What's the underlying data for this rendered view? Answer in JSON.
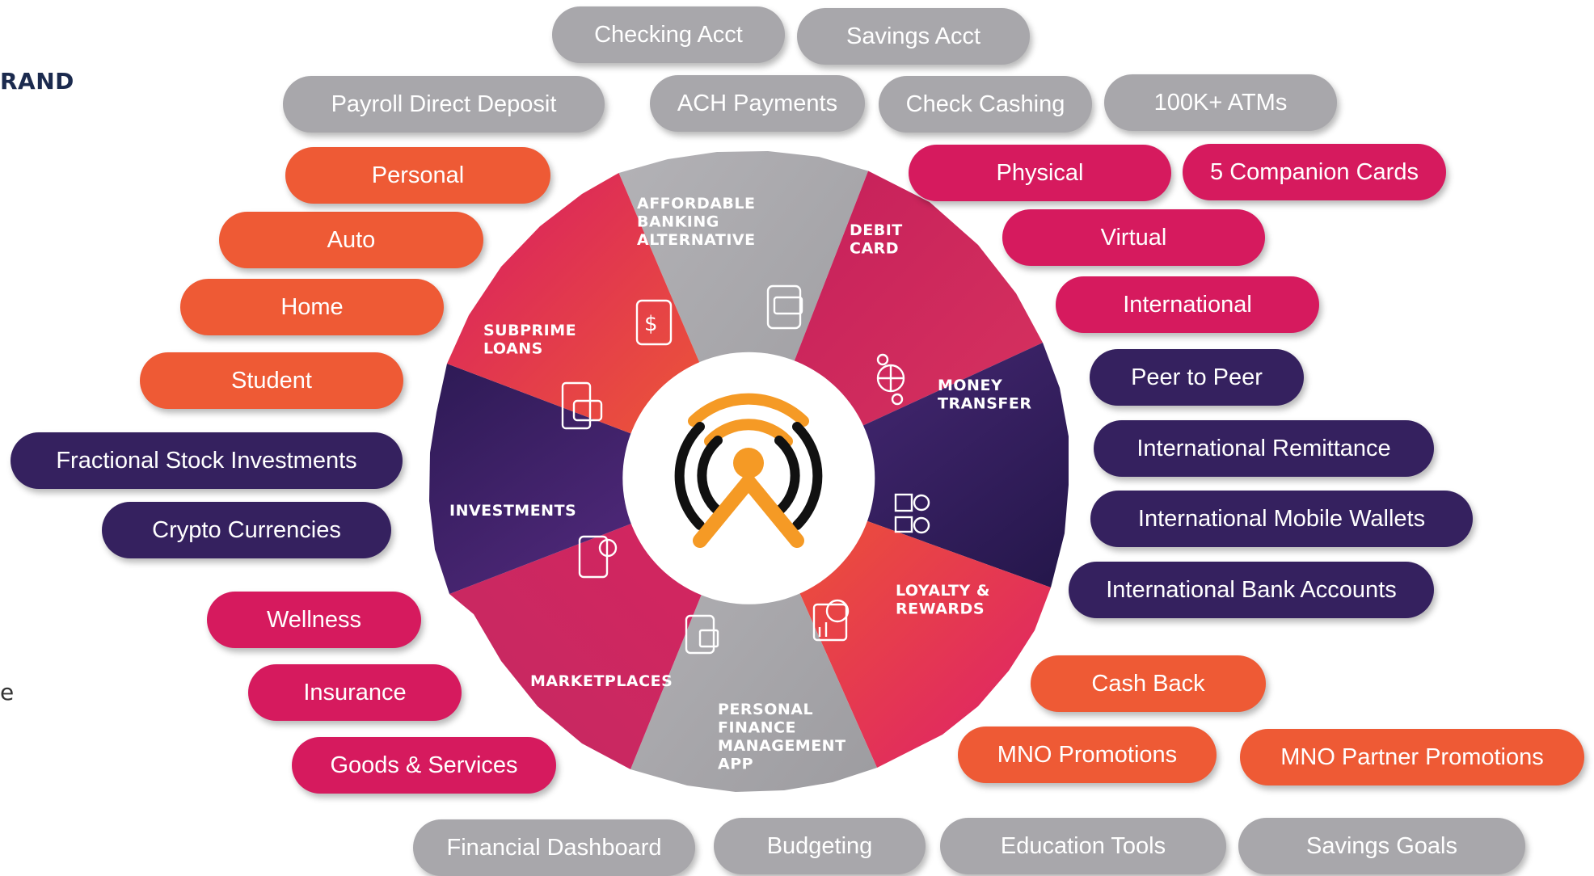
{
  "brand_text": "RAND",
  "side_text": "e",
  "center_icon": "broadcast-tower-icon",
  "colors": {
    "gray": "#a8a7ab",
    "orange": "#ee5a35",
    "magenta": "#d61a5e",
    "purple": "#35215f"
  },
  "segments": [
    {
      "label_lines": [
        "AFFORDABLE",
        "BANKING",
        "ALTERNATIVE"
      ],
      "icon": "phone-dollar-icon"
    },
    {
      "label_lines": [
        "DEBIT",
        "CARD"
      ],
      "icon": "phone-card-icon"
    },
    {
      "label_lines": [
        "MONEY",
        "TRANSFER"
      ],
      "icon": "globe-transfer-icon"
    },
    {
      "label_lines": [
        "LOYALTY &",
        "REWARDS"
      ],
      "icon": "rewards-icon"
    },
    {
      "label_lines": [
        "PERSONAL",
        "FINANCE",
        "MANAGEMENT",
        "APP"
      ],
      "icon": "finance-app-icon"
    },
    {
      "label_lines": [
        "MARKETPLACES"
      ],
      "icon": "shopping-phone-icon"
    },
    {
      "label_lines": [
        "INVESTMENTS"
      ],
      "icon": "investment-phone-icon"
    },
    {
      "label_lines": [
        "SUBPRIME",
        "LOANS"
      ],
      "icon": "wallet-icon"
    }
  ],
  "pills": {
    "checking": "Checking Acct",
    "savings": "Savings Acct",
    "payroll": "Payroll Direct Deposit",
    "ach": "ACH Payments",
    "check_cashing": "Check Cashing",
    "atms": "100K+ ATMs",
    "physical": "Physical",
    "companion": "5 Companion Cards",
    "virtual": "Virtual",
    "international": "International",
    "p2p": "Peer to Peer",
    "remittance": "International Remittance",
    "mobile_wallets": "International Mobile Wallets",
    "bank_accounts": "International Bank Accounts",
    "cash_back": "Cash Back",
    "mno_promotions": "MNO Promotions",
    "mno_partner": "MNO Partner Promotions",
    "dashboard": "Financial Dashboard",
    "budgeting": "Budgeting",
    "education": "Education Tools",
    "savings_goals": "Savings Goals",
    "goods": "Goods & Services",
    "insurance": "Insurance",
    "wellness": "Wellness",
    "crypto": "Crypto Currencies",
    "stock": "Fractional Stock Investments",
    "student": "Student",
    "home": "Home",
    "auto": "Auto",
    "personal": "Personal"
  }
}
